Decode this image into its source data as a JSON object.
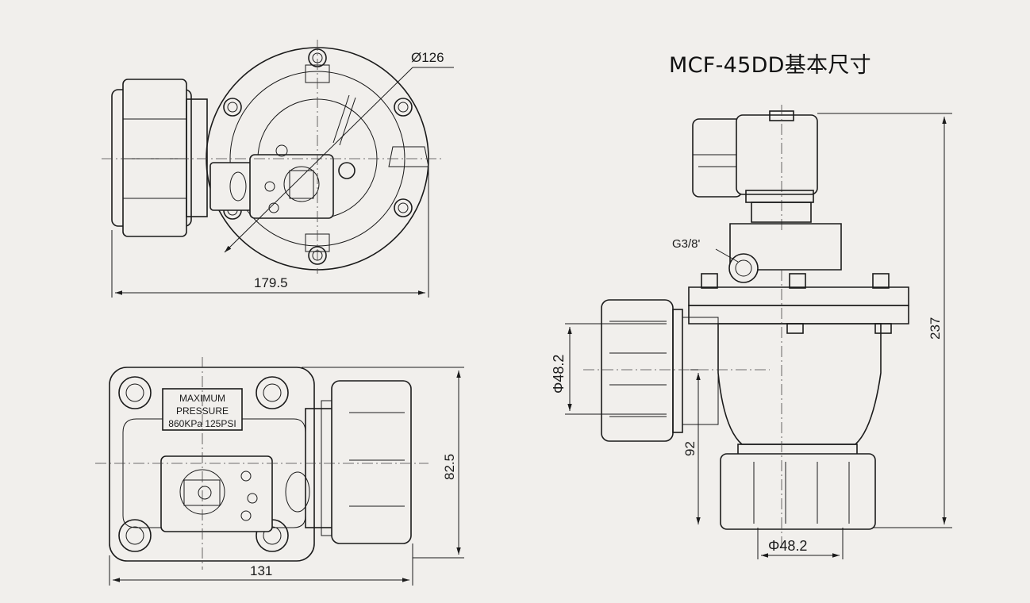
{
  "title": "MCF-45DD基本尺寸",
  "dimensions": {
    "diameter_flange": "Ø126",
    "top_view_width": "179.5",
    "bottom_view_width": "131",
    "bottom_view_height": "82.5",
    "total_height": "237",
    "inlet_height": "92",
    "inlet_diameter": "Φ48.2",
    "outlet_diameter": "Φ48.2",
    "pilot_port": "G3/8'"
  },
  "label_plate": {
    "line1": "MAXIMUM",
    "line2": "PRESSURE",
    "line3": "860KPa  125PSI"
  },
  "colors": {
    "background": "#f1efec",
    "line": "#1b1b1b"
  }
}
